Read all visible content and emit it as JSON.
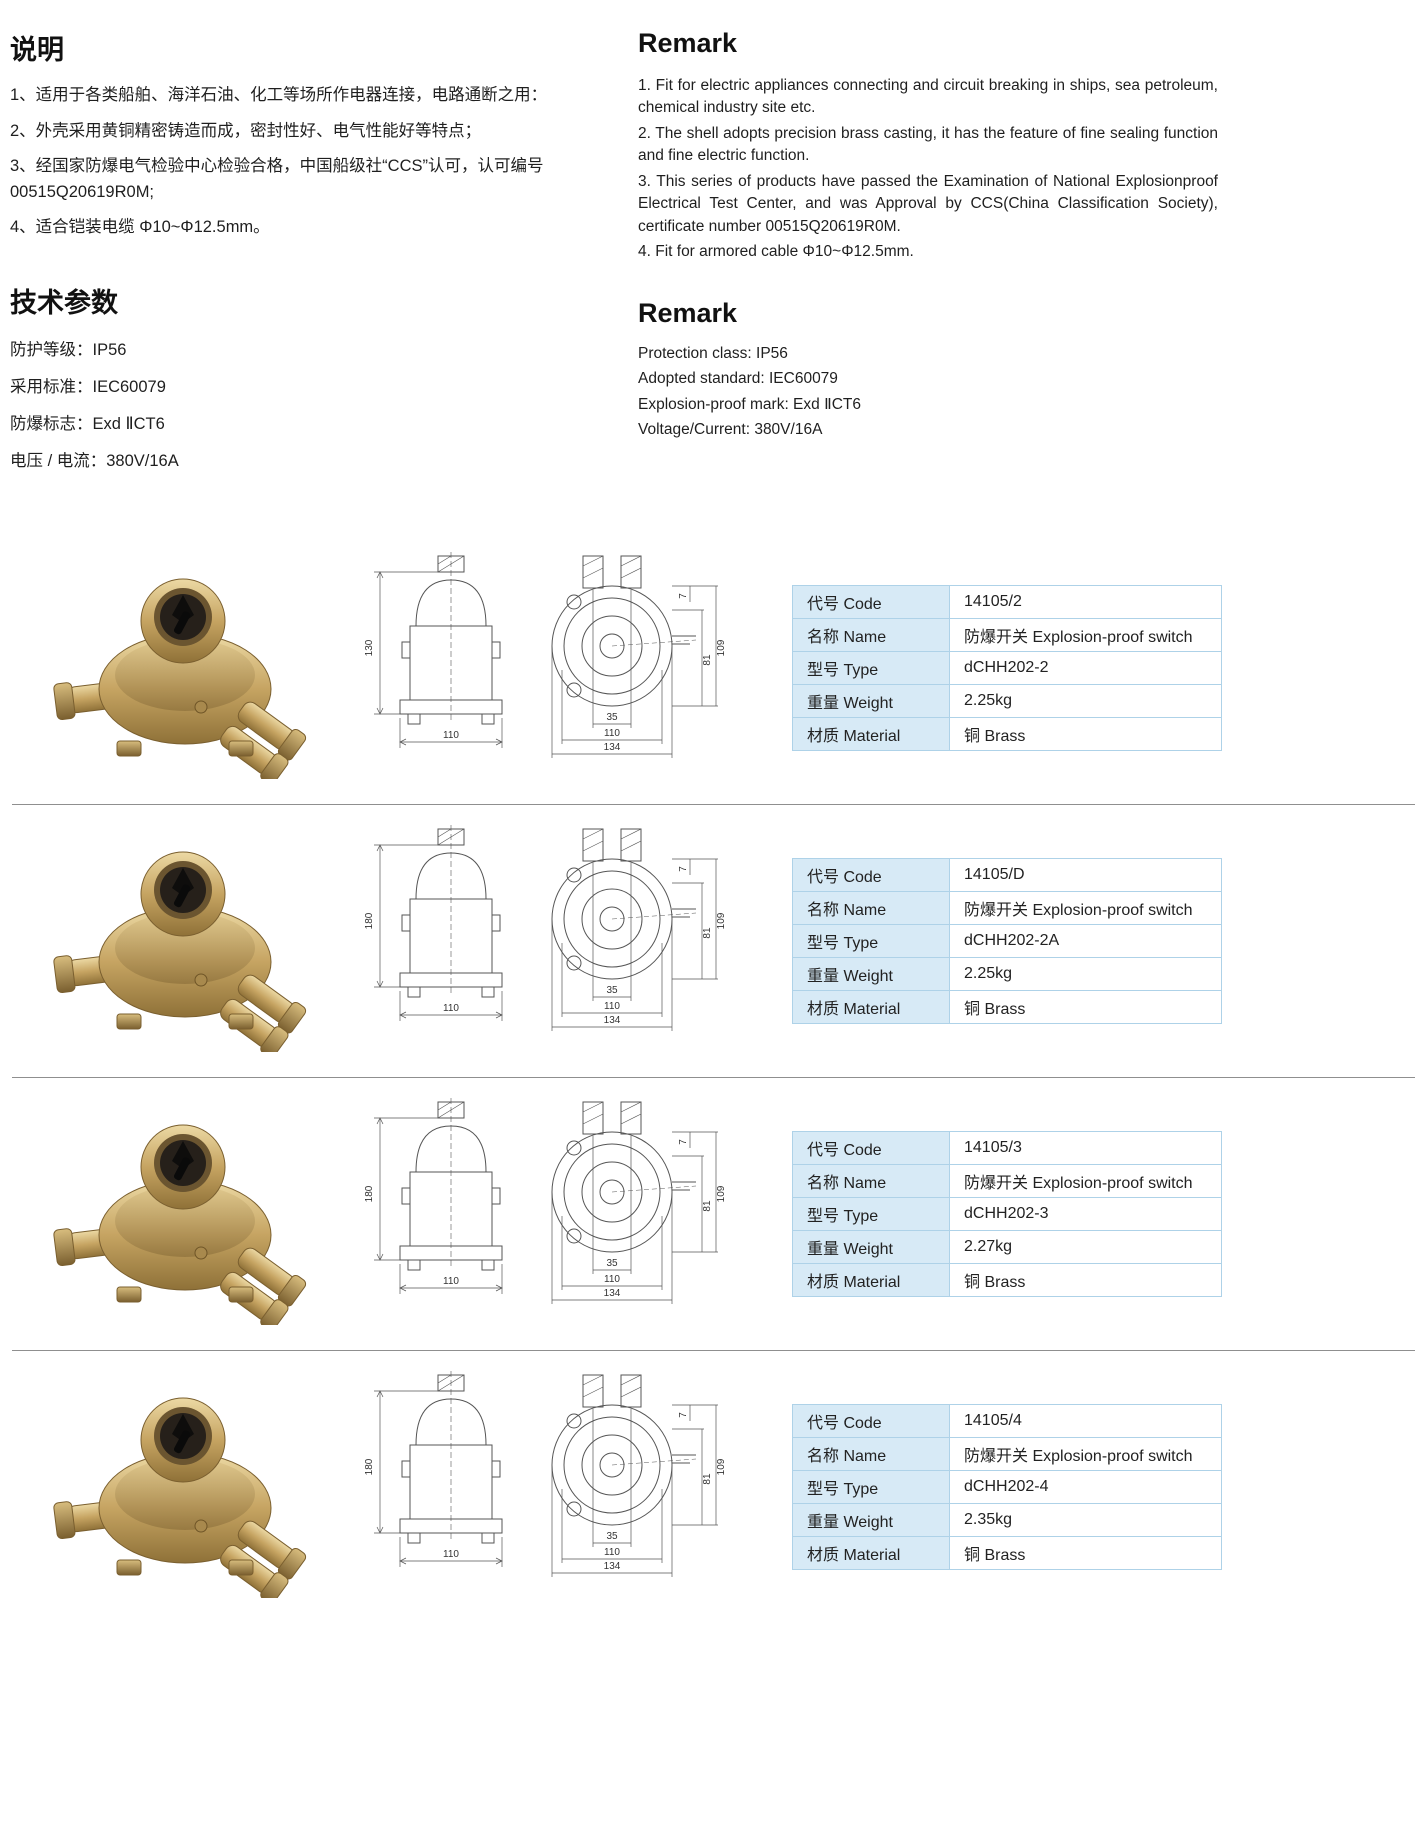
{
  "intro_cn": {
    "title": "说明",
    "items": [
      "1、适用于各类船舶、海洋石油、化工等场所作电器连接，电路通断之用：",
      "2、外壳采用黄铜精密铸造而成，密封性好、电气性能好等特点；",
      "3、经国家防爆电气检验中心检验合格，中国船级社“CCS”认可，认可编号 00515Q20619R0M;",
      "4、适合铠装电缆 Φ10~Φ12.5mm。"
    ]
  },
  "intro_en": {
    "title": "Remark",
    "items": [
      "1. Fit for electric appliances connecting and circuit breaking in ships, sea petroleum, chemical industry site etc.",
      "2. The shell adopts precision brass casting, it has the feature of fine sealing function and fine electric function.",
      "3. This series of products have passed the Examination of National Explosionproof Electrical Test Center, and was Approval by CCS(China Classification Society), certificate number 00515Q20619R0M.",
      "4. Fit for armored cable Φ10~Φ12.5mm."
    ]
  },
  "params_cn": {
    "title": "技术参数",
    "items": [
      "防护等级：IP56",
      "采用标准：IEC60079",
      "防爆标志：Exd ⅡCT6",
      "电压 / 电流：380V/16A"
    ]
  },
  "params_en": {
    "title": "Remark",
    "items": [
      "Protection class: IP56",
      "Adopted standard: IEC60079",
      "Explosion-proof mark: Exd ⅡCT6",
      "Voltage/Current: 380V/16A"
    ]
  },
  "table_labels": [
    "代号 Code",
    "名称 Name",
    "型号 Type",
    "重量 Weight",
    "材质 Material"
  ],
  "colors": {
    "table_label_bg": "#d7eaf6",
    "table_border": "#aed2e8",
    "brass": "#c6a462",
    "separator": "#8f8f8f"
  },
  "products": [
    {
      "code": "14105/2",
      "name": "防爆开关 Explosion-proof switch",
      "type": "dCHH202-2",
      "weight": "2.25kg",
      "material": "铜 Brass",
      "dims": {
        "h": "130",
        "w": "110",
        "b1": "35",
        "b2": "110",
        "b3": "134",
        "r1": "109",
        "r2": "81",
        "r3": "7"
      }
    },
    {
      "code": "14105/D",
      "name": "防爆开关 Explosion-proof switch",
      "type": "dCHH202-2A",
      "weight": "2.25kg",
      "material": "铜 Brass",
      "dims": {
        "h": "180",
        "w": "110",
        "b1": "35",
        "b2": "110",
        "b3": "134",
        "r1": "109",
        "r2": "81",
        "r3": "7"
      }
    },
    {
      "code": "14105/3",
      "name": "防爆开关 Explosion-proof switch",
      "type": "dCHH202-3",
      "weight": "2.27kg",
      "material": "铜 Brass",
      "dims": {
        "h": "180",
        "w": "110",
        "b1": "35",
        "b2": "110",
        "b3": "134",
        "r1": "109",
        "r2": "81",
        "r3": "7"
      }
    },
    {
      "code": "14105/4",
      "name": "防爆开关 Explosion-proof switch",
      "type": "dCHH202-4",
      "weight": "2.35kg",
      "material": "铜 Brass",
      "dims": {
        "h": "180",
        "w": "110",
        "b1": "35",
        "b2": "110",
        "b3": "134",
        "r1": "109",
        "r2": "81",
        "r3": "7"
      }
    }
  ]
}
